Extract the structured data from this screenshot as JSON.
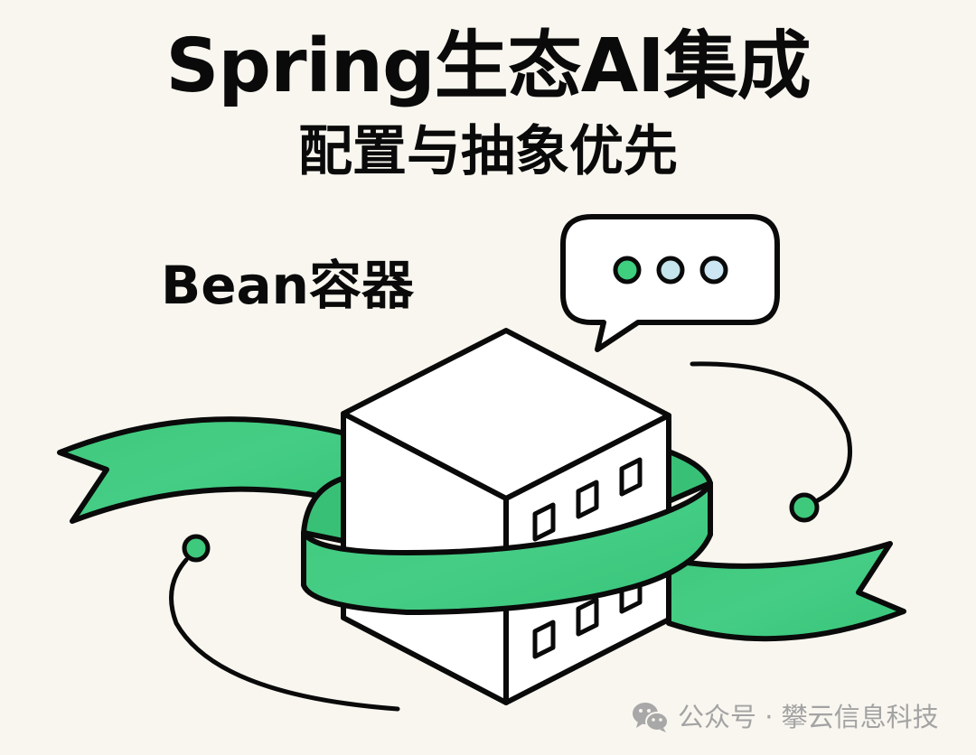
{
  "title": "Spring生态AI集成",
  "subtitle": "配置与抽象优先",
  "container_label": "Bean容器",
  "speech_bubble": {
    "dots": [
      {
        "color": "#3ecf7f"
      },
      {
        "color": "#c6e4ec"
      },
      {
        "color": "#cde6f3"
      }
    ]
  },
  "illustration": {
    "main_object": "bean-container-cube",
    "ribbon_color": "#3fc97c",
    "outline_color": "#0a0a0a",
    "background_color": "#f8f6ef"
  },
  "watermark": {
    "icon": "wechat-icon",
    "text": "公众号 · 攀云信息科技"
  }
}
